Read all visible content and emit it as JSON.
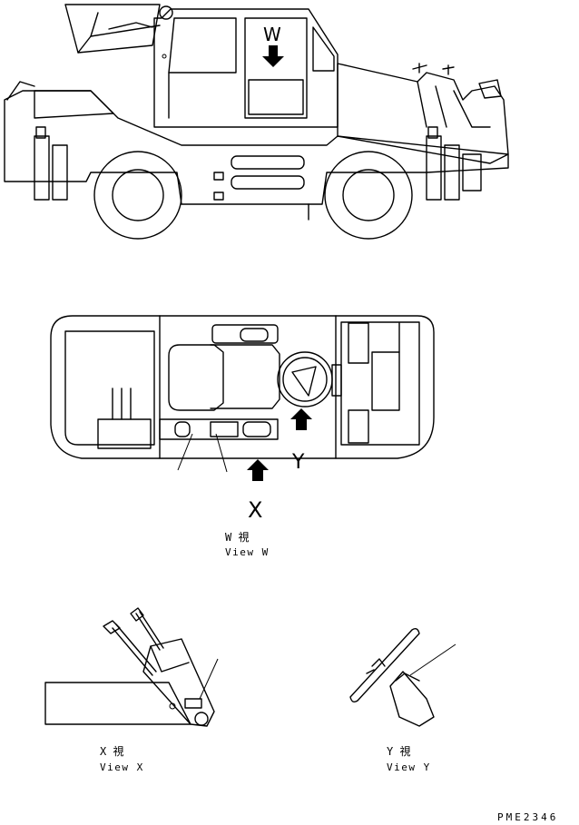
{
  "labels": {
    "w_marker": "W",
    "x_marker": "X",
    "y_marker": "Y",
    "view_w_jp": "W 視",
    "view_w_en": "View W",
    "view_x_jp": "X 視",
    "view_x_en": "View X",
    "view_y_jp": "Y 視",
    "view_y_en": "View Y",
    "drawing_code": "PME2346"
  }
}
